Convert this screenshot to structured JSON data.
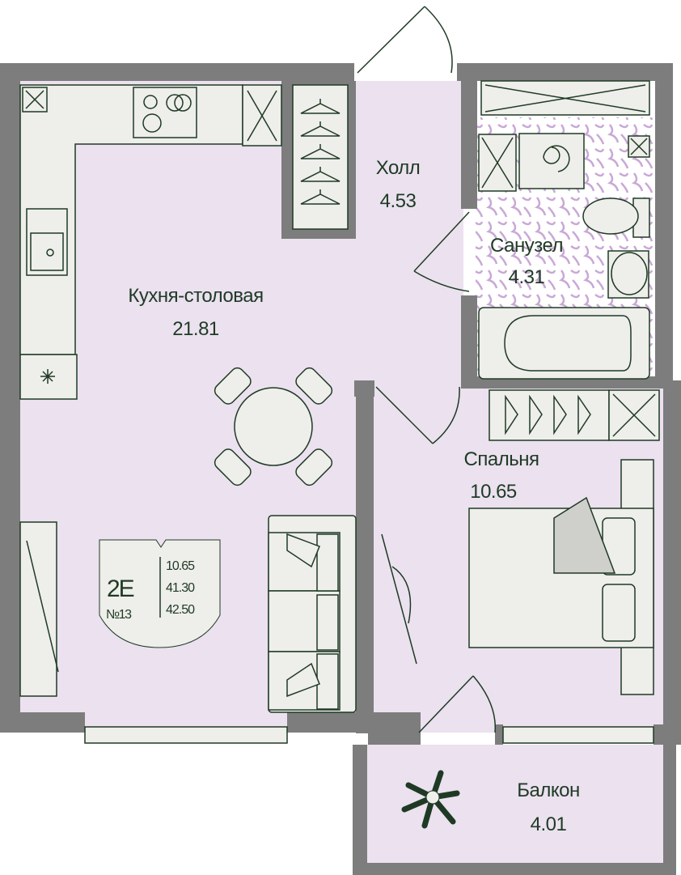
{
  "colors": {
    "wall": "#7d7d7d",
    "floor": "#ebe1ef",
    "line": "#1f3a24",
    "fixture": "#eeeeea",
    "tile": "#c9a8d6"
  },
  "rooms": [
    {
      "name": "Кухня-столовая",
      "area": "21.81"
    },
    {
      "name": "Холл",
      "area": "4.53"
    },
    {
      "name": "Санузел",
      "area": "4.31"
    },
    {
      "name": "Спальня",
      "area": "10.65"
    },
    {
      "name": "Балкон",
      "area": "4.01"
    }
  ],
  "badge": {
    "type": "2E",
    "number": "№13",
    "living_area": "10.65",
    "total_area": "41.30",
    "area_with_balcony": "42.50"
  }
}
